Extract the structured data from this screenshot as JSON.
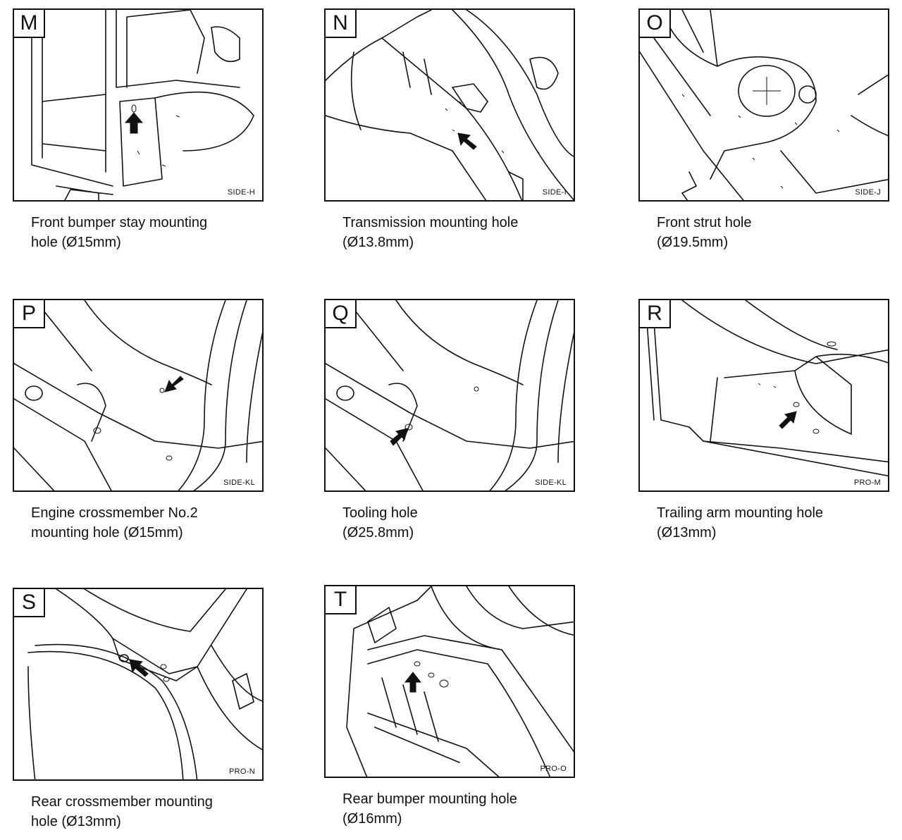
{
  "panels": [
    {
      "letter": "M",
      "view": "SIDE-H",
      "caption": [
        "Front bumper stay mounting",
        "hole (Ø15mm)"
      ]
    },
    {
      "letter": "N",
      "view": "SIDE-I",
      "caption": [
        "Transmission mounting hole",
        "(Ø13.8mm)"
      ]
    },
    {
      "letter": "O",
      "view": "SIDE-J",
      "caption": [
        "Front strut hole",
        "(Ø19.5mm)"
      ]
    },
    {
      "letter": "P",
      "view": "SIDE-KL",
      "caption": [
        "Engine crossmember No.2",
        "mounting hole (Ø15mm)"
      ]
    },
    {
      "letter": "Q",
      "view": "SIDE-KL",
      "caption": [
        "Tooling hole",
        "(Ø25.8mm)"
      ]
    },
    {
      "letter": "R",
      "view": "PRO-M",
      "caption": [
        "Trailing arm mounting hole",
        "(Ø13mm)"
      ]
    },
    {
      "letter": "S",
      "view": "PRO-N",
      "caption": [
        "Rear crossmember mounting",
        "hole (Ø13mm)"
      ]
    },
    {
      "letter": "T",
      "view": "PRO-O",
      "caption": [
        "Rear bumper mounting  hole",
        "(Ø16mm)"
      ]
    }
  ]
}
